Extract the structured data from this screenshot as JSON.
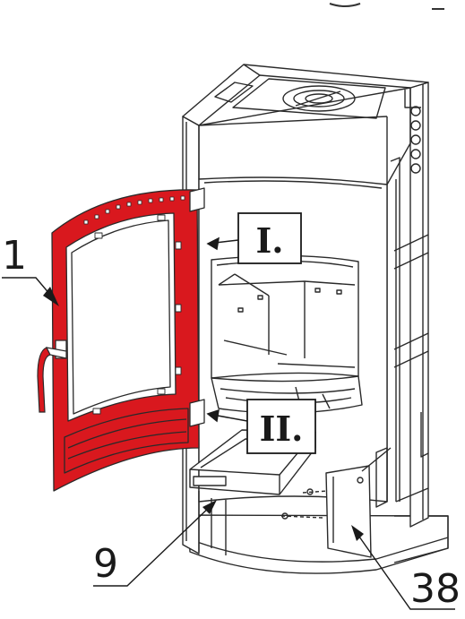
{
  "diagram": {
    "accent_color": "#d9181e",
    "line_color": "#2a2a2a",
    "callouts": [
      {
        "id": "door",
        "label": "1"
      },
      {
        "id": "ash-drawer",
        "label": "9"
      },
      {
        "id": "bottom-cover",
        "label": "38"
      }
    ],
    "hinges": [
      {
        "id": "upper-hinge",
        "label": "I."
      },
      {
        "id": "lower-hinge",
        "label": "II."
      }
    ]
  }
}
